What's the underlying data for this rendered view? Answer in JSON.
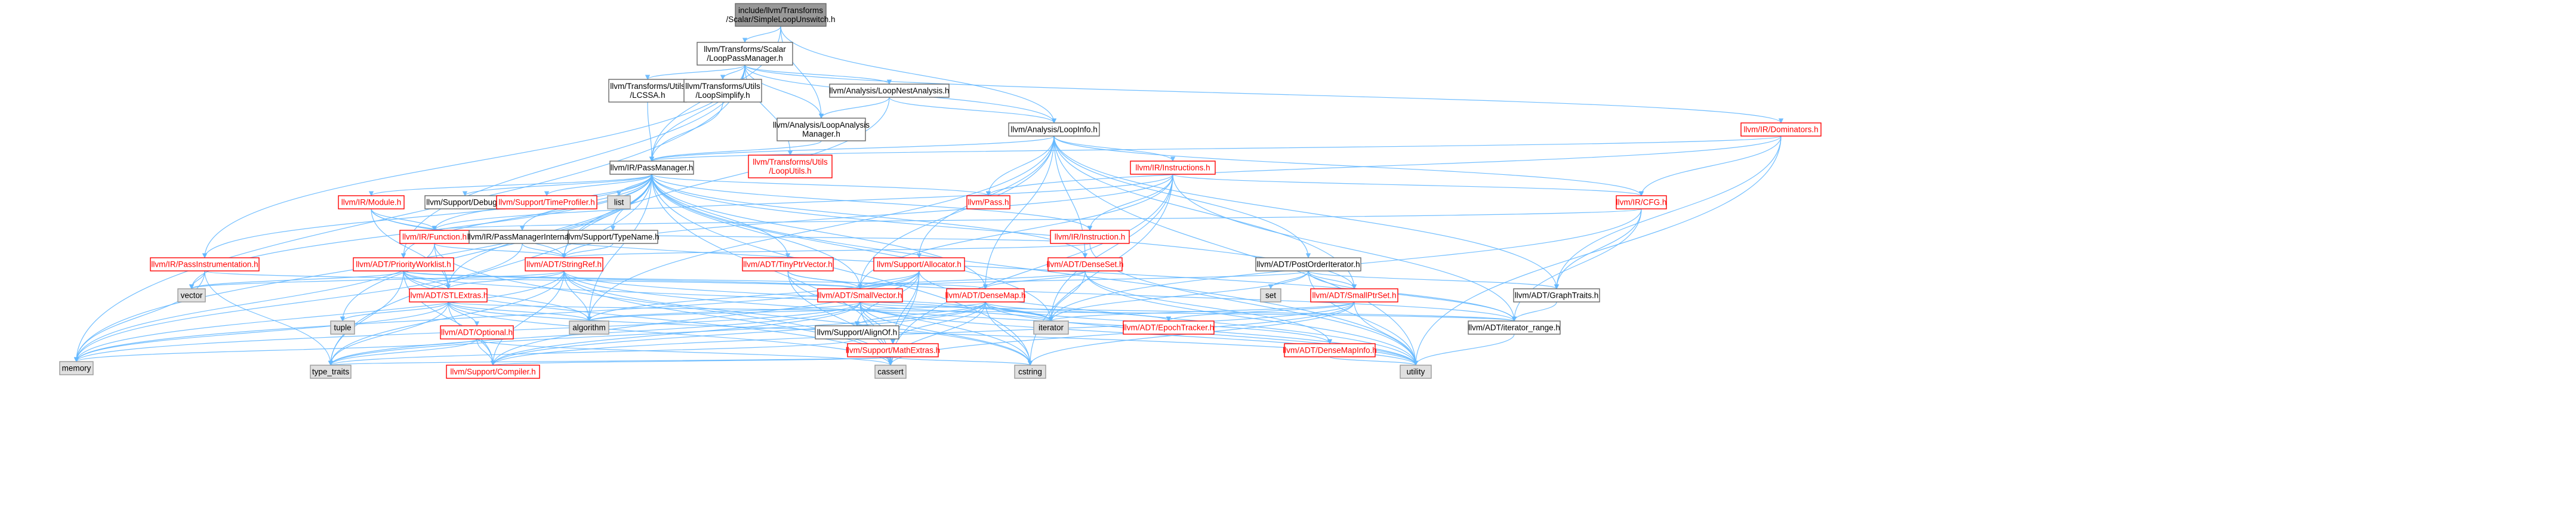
{
  "graph": {
    "title": "include/llvm/Transforms/Scalar/SimpleLoopUnswitch.h",
    "colors": {
      "edge": "#63b8ff",
      "root_fill": "#999999",
      "plain_fill": "#ffffff",
      "system_fill": "#e0e0e0",
      "plain_border": "#666666",
      "truncated_border": "#ff0000",
      "truncated_text": "#ff0000",
      "text": "#000000"
    },
    "nodes": [
      {
        "id": "root",
        "lines": [
          "include/llvm/Transforms",
          "/Scalar/SimpleLoopUnswitch.h"
        ],
        "kind": "root"
      },
      {
        "id": "lpm",
        "lines": [
          "llvm/Transforms/Scalar",
          "/LoopPassManager.h"
        ],
        "kind": "plain"
      },
      {
        "id": "lcssa",
        "lines": [
          "llvm/Transforms/Utils",
          "/LCSSA.h"
        ],
        "kind": "plain"
      },
      {
        "id": "loopsimplify",
        "lines": [
          "llvm/Transforms/Utils",
          "/LoopSimplify.h"
        ],
        "kind": "plain"
      },
      {
        "id": "loopnest",
        "lines": [
          "llvm/Analysis/LoopNestAnalysis.h"
        ],
        "kind": "plain"
      },
      {
        "id": "loopanalysismgr",
        "lines": [
          "llvm/Analysis/LoopAnalysis",
          "Manager.h"
        ],
        "kind": "plain"
      },
      {
        "id": "loopinfo",
        "lines": [
          "llvm/Analysis/LoopInfo.h"
        ],
        "kind": "plain"
      },
      {
        "id": "loputils",
        "lines": [
          "llvm/Transforms/Utils",
          "/LoopUtils.h"
        ],
        "kind": "truncated"
      },
      {
        "id": "dominators",
        "lines": [
          "llvm/IR/Dominators.h"
        ],
        "kind": "truncated"
      },
      {
        "id": "passmanager",
        "lines": [
          "llvm/IR/PassManager.h"
        ],
        "kind": "plain"
      },
      {
        "id": "module",
        "lines": [
          "llvm/IR/Module.h"
        ],
        "kind": "truncated"
      },
      {
        "id": "debug",
        "lines": [
          "llvm/Support/Debug.h"
        ],
        "kind": "plain"
      },
      {
        "id": "timeprofiler",
        "lines": [
          "llvm/Support/TimeProfiler.h"
        ],
        "kind": "truncated"
      },
      {
        "id": "list",
        "lines": [
          "list"
        ],
        "kind": "system"
      },
      {
        "id": "instructions",
        "lines": [
          "llvm/IR/Instructions.h"
        ],
        "kind": "truncated"
      },
      {
        "id": "pass",
        "lines": [
          "llvm/Pass.h"
        ],
        "kind": "truncated"
      },
      {
        "id": "cfg",
        "lines": [
          "llvm/IR/CFG.h"
        ],
        "kind": "truncated"
      },
      {
        "id": "function",
        "lines": [
          "llvm/IR/Function.h"
        ],
        "kind": "truncated"
      },
      {
        "id": "pmi",
        "lines": [
          "llvm/IR/PassManagerInternal.h"
        ],
        "kind": "plain"
      },
      {
        "id": "typename",
        "lines": [
          "llvm/Support/TypeName.h"
        ],
        "kind": "plain"
      },
      {
        "id": "instruction",
        "lines": [
          "llvm/IR/Instruction.h"
        ],
        "kind": "truncated"
      },
      {
        "id": "passinstr",
        "lines": [
          "llvm/IR/PassInstrumentation.h"
        ],
        "kind": "truncated"
      },
      {
        "id": "priorityworklist",
        "lines": [
          "llvm/ADT/PriorityWorklist.h"
        ],
        "kind": "truncated"
      },
      {
        "id": "stringref",
        "lines": [
          "llvm/ADT/StringRef.h"
        ],
        "kind": "truncated"
      },
      {
        "id": "tinyptrvector",
        "lines": [
          "llvm/ADT/TinyPtrVector.h"
        ],
        "kind": "truncated"
      },
      {
        "id": "allocator",
        "lines": [
          "llvm/Support/Allocator.h"
        ],
        "kind": "truncated"
      },
      {
        "id": "denseset",
        "lines": [
          "llvm/ADT/DenseSet.h"
        ],
        "kind": "truncated"
      },
      {
        "id": "postorder",
        "lines": [
          "llvm/ADT/PostOrderIterator.h"
        ],
        "kind": "plain"
      },
      {
        "id": "vector",
        "lines": [
          "vector"
        ],
        "kind": "system"
      },
      {
        "id": "stlextras",
        "lines": [
          "llvm/ADT/STLExtras.h"
        ],
        "kind": "truncated"
      },
      {
        "id": "smallvector",
        "lines": [
          "llvm/ADT/SmallVector.h"
        ],
        "kind": "truncated"
      },
      {
        "id": "densemap",
        "lines": [
          "llvm/ADT/DenseMap.h"
        ],
        "kind": "truncated"
      },
      {
        "id": "set",
        "lines": [
          "set"
        ],
        "kind": "system"
      },
      {
        "id": "smallptrset",
        "lines": [
          "llvm/ADT/SmallPtrSet.h"
        ],
        "kind": "truncated"
      },
      {
        "id": "graphtraits",
        "lines": [
          "llvm/ADT/GraphTraits.h"
        ],
        "kind": "plain"
      },
      {
        "id": "tuple",
        "lines": [
          "tuple"
        ],
        "kind": "system"
      },
      {
        "id": "algorithm",
        "lines": [
          "algorithm"
        ],
        "kind": "system"
      },
      {
        "id": "iterator",
        "lines": [
          "iterator"
        ],
        "kind": "system"
      },
      {
        "id": "epochtracker",
        "lines": [
          "llvm/ADT/EpochTracker.h"
        ],
        "kind": "truncated"
      },
      {
        "id": "iteratorrange",
        "lines": [
          "llvm/ADT/iterator_range.h"
        ],
        "kind": "plain"
      },
      {
        "id": "optional",
        "lines": [
          "llvm/ADT/Optional.h"
        ],
        "kind": "truncated"
      },
      {
        "id": "alignof",
        "lines": [
          "llvm/Support/AlignOf.h"
        ],
        "kind": "plain"
      },
      {
        "id": "mathextras",
        "lines": [
          "llvm/Support/MathExtras.h"
        ],
        "kind": "truncated"
      },
      {
        "id": "densemapinfo",
        "lines": [
          "llvm/ADT/DenseMapInfo.h"
        ],
        "kind": "truncated"
      },
      {
        "id": "memory",
        "lines": [
          "memory"
        ],
        "kind": "system"
      },
      {
        "id": "typetraits",
        "lines": [
          "type_traits"
        ],
        "kind": "system"
      },
      {
        "id": "compiler",
        "lines": [
          "llvm/Support/Compiler.h"
        ],
        "kind": "truncated"
      },
      {
        "id": "cassert",
        "lines": [
          "cassert"
        ],
        "kind": "system"
      },
      {
        "id": "cstring",
        "lines": [
          "cstring"
        ],
        "kind": "system"
      },
      {
        "id": "utility",
        "lines": [
          "utility"
        ],
        "kind": "system"
      }
    ],
    "edges": [
      [
        "root",
        "lpm"
      ],
      [
        "root",
        "loopanalysismgr"
      ],
      [
        "root",
        "loopinfo"
      ],
      [
        "root",
        "passmanager"
      ],
      [
        "lpm",
        "lcssa"
      ],
      [
        "lpm",
        "loopsimplify"
      ],
      [
        "lpm",
        "loopnest"
      ],
      [
        "lpm",
        "loopanalysismgr"
      ],
      [
        "lpm",
        "loopinfo"
      ],
      [
        "lpm",
        "loputils"
      ],
      [
        "lpm",
        "dominators"
      ],
      [
        "lpm",
        "passmanager"
      ],
      [
        "lpm",
        "passinstr"
      ],
      [
        "lpm",
        "priorityworklist"
      ],
      [
        "lpm",
        "memory"
      ],
      [
        "lcssa",
        "passmanager"
      ],
      [
        "loopsimplify",
        "passmanager"
      ],
      [
        "loopnest",
        "loopanalysismgr"
      ],
      [
        "loopnest",
        "loopinfo"
      ],
      [
        "loopnest",
        "stringref"
      ],
      [
        "loopanalysismgr",
        "passmanager"
      ],
      [
        "loopinfo",
        "passmanager"
      ],
      [
        "loopinfo",
        "instructions"
      ],
      [
        "loopinfo",
        "pass"
      ],
      [
        "loopinfo",
        "cfg"
      ],
      [
        "loopinfo",
        "postorder"
      ],
      [
        "loopinfo",
        "allocator"
      ],
      [
        "loopinfo",
        "densemap"
      ],
      [
        "loopinfo",
        "smallptrset"
      ],
      [
        "loopinfo",
        "smallvector"
      ],
      [
        "loopinfo",
        "graphtraits"
      ],
      [
        "loopinfo",
        "algorithm"
      ],
      [
        "loopinfo",
        "utility"
      ],
      [
        "loopinfo",
        "denseset"
      ],
      [
        "dominators",
        "cfg"
      ],
      [
        "dominators",
        "passmanager"
      ],
      [
        "dominators",
        "graphtraits"
      ],
      [
        "dominators",
        "utility"
      ],
      [
        "dominators",
        "pass"
      ],
      [
        "passmanager",
        "module"
      ],
      [
        "passmanager",
        "debug"
      ],
      [
        "passmanager",
        "timeprofiler"
      ],
      [
        "passmanager",
        "list"
      ],
      [
        "passmanager",
        "function"
      ],
      [
        "passmanager",
        "pmi"
      ],
      [
        "passmanager",
        "typename"
      ],
      [
        "passmanager",
        "passinstr"
      ],
      [
        "passmanager",
        "priorityworklist"
      ],
      [
        "passmanager",
        "stringref"
      ],
      [
        "passmanager",
        "tinyptrvector"
      ],
      [
        "passmanager",
        "densemap"
      ],
      [
        "passmanager",
        "stlextras"
      ],
      [
        "passmanager",
        "smallptrset"
      ],
      [
        "passmanager",
        "smallvector"
      ],
      [
        "passmanager",
        "algorithm"
      ],
      [
        "passmanager",
        "cassert"
      ],
      [
        "passmanager",
        "cstring"
      ],
      [
        "passmanager",
        "iterator"
      ],
      [
        "passmanager",
        "memory"
      ],
      [
        "passmanager",
        "tuple"
      ],
      [
        "passmanager",
        "typetraits"
      ],
      [
        "passmanager",
        "utility"
      ],
      [
        "passmanager",
        "vector"
      ],
      [
        "passmanager",
        "pass"
      ],
      [
        "passmanager",
        "denseset"
      ],
      [
        "passmanager",
        "instruction"
      ],
      [
        "module",
        "function"
      ],
      [
        "module",
        "stringref"
      ],
      [
        "module",
        "stlextras"
      ],
      [
        "module",
        "iteratorrange"
      ],
      [
        "instructions",
        "function"
      ],
      [
        "instructions",
        "instruction"
      ],
      [
        "instructions",
        "cfg"
      ],
      [
        "instructions",
        "stringref"
      ],
      [
        "instructions",
        "smallvector"
      ],
      [
        "instructions",
        "iteratorrange"
      ],
      [
        "instructions",
        "iterator"
      ],
      [
        "instructions",
        "cassert"
      ],
      [
        "instructions",
        "cstring"
      ],
      [
        "cfg",
        "function"
      ],
      [
        "cfg",
        "graphtraits"
      ],
      [
        "cfg",
        "iteratorrange"
      ],
      [
        "cfg",
        "iterator"
      ],
      [
        "function",
        "stringref"
      ],
      [
        "function",
        "memory"
      ],
      [
        "function",
        "cassert"
      ],
      [
        "function",
        "stlextras"
      ],
      [
        "function",
        "instruction"
      ],
      [
        "pmi",
        "stringref"
      ],
      [
        "pmi",
        "memory"
      ],
      [
        "typename",
        "stringref"
      ],
      [
        "instruction",
        "stringref"
      ],
      [
        "instruction",
        "utility"
      ],
      [
        "passinstr",
        "vector"
      ],
      [
        "passinstr",
        "typetraits"
      ],
      [
        "passinstr",
        "smallvector"
      ],
      [
        "passinstr",
        "memory"
      ],
      [
        "priorityworklist",
        "stlextras"
      ],
      [
        "priorityworklist",
        "densemap"
      ],
      [
        "priorityworklist",
        "smallvector"
      ],
      [
        "priorityworklist",
        "compiler"
      ],
      [
        "priorityworklist",
        "algorithm"
      ],
      [
        "priorityworklist",
        "cassert"
      ],
      [
        "priorityworklist",
        "iterator"
      ],
      [
        "priorityworklist",
        "typetraits"
      ],
      [
        "priorityworklist",
        "vector"
      ],
      [
        "stringref",
        "stlextras"
      ],
      [
        "stringref",
        "compiler"
      ],
      [
        "stringref",
        "algorithm"
      ],
      [
        "stringref",
        "cassert"
      ],
      [
        "stringref",
        "cstring"
      ],
      [
        "stringref",
        "iterator"
      ],
      [
        "stringref",
        "memory"
      ],
      [
        "stringref",
        "typetraits"
      ],
      [
        "stringref",
        "utility"
      ],
      [
        "stringref",
        "vector"
      ],
      [
        "tinyptrvector",
        "smallvector"
      ],
      [
        "tinyptrvector",
        "iteratorrange"
      ],
      [
        "tinyptrvector",
        "cassert"
      ],
      [
        "tinyptrvector",
        "cstring"
      ],
      [
        "allocator",
        "smallvector"
      ],
      [
        "allocator",
        "alignof"
      ],
      [
        "allocator",
        "mathextras"
      ],
      [
        "allocator",
        "compiler"
      ],
      [
        "allocator",
        "algorithm"
      ],
      [
        "allocator",
        "cassert"
      ],
      [
        "allocator",
        "memory"
      ],
      [
        "allocator",
        "utility"
      ],
      [
        "denseset",
        "densemap"
      ],
      [
        "denseset",
        "densemapinfo"
      ],
      [
        "denseset",
        "iterator"
      ],
      [
        "denseset",
        "utility"
      ],
      [
        "denseset",
        "smallvector"
      ],
      [
        "postorder",
        "graphtraits"
      ],
      [
        "postorder",
        "iteratorrange"
      ],
      [
        "postorder",
        "smallptrset"
      ],
      [
        "postorder",
        "smallvector"
      ],
      [
        "postorder",
        "iterator"
      ],
      [
        "postorder",
        "set"
      ],
      [
        "postorder",
        "utility"
      ],
      [
        "stlextras",
        "algorithm"
      ],
      [
        "stlextras",
        "optional"
      ],
      [
        "stlextras",
        "iteratorrange"
      ],
      [
        "stlextras",
        "compiler"
      ],
      [
        "stlextras",
        "cassert"
      ],
      [
        "stlextras",
        "memory"
      ],
      [
        "stlextras",
        "tuple"
      ],
      [
        "stlextras",
        "typetraits"
      ],
      [
        "stlextras",
        "utility"
      ],
      [
        "smallvector",
        "compiler"
      ],
      [
        "smallvector",
        "mathextras"
      ],
      [
        "smallvector",
        "algorithm"
      ],
      [
        "smallvector",
        "cassert"
      ],
      [
        "smallvector",
        "cstring"
      ],
      [
        "smallvector",
        "iterator"
      ],
      [
        "smallvector",
        "memory"
      ],
      [
        "smallvector",
        "typetraits"
      ],
      [
        "smallvector",
        "utility"
      ],
      [
        "smallvector",
        "iteratorrange"
      ],
      [
        "densemap",
        "epochtracker"
      ],
      [
        "densemap",
        "densemapinfo"
      ],
      [
        "densemap",
        "alignof"
      ],
      [
        "densemap",
        "mathextras"
      ],
      [
        "densemap",
        "compiler"
      ],
      [
        "densemap",
        "algorithm"
      ],
      [
        "densemap",
        "cassert"
      ],
      [
        "densemap",
        "iterator"
      ],
      [
        "densemap",
        "typetraits"
      ],
      [
        "densemap",
        "utility"
      ],
      [
        "densemap",
        "cstring"
      ],
      [
        "smallptrset",
        "epochtracker"
      ],
      [
        "smallptrset",
        "compiler"
      ],
      [
        "smallptrset",
        "cassert"
      ],
      [
        "smallptrset",
        "cstring"
      ],
      [
        "smallptrset",
        "iterator"
      ],
      [
        "smallptrset",
        "utility"
      ],
      [
        "graphtraits",
        "iteratorrange"
      ],
      [
        "optional",
        "compiler"
      ],
      [
        "optional",
        "cassert"
      ],
      [
        "optional",
        "typetraits"
      ],
      [
        "optional",
        "memory"
      ],
      [
        "alignof",
        "typetraits"
      ],
      [
        "mathextras",
        "compiler"
      ],
      [
        "mathextras",
        "cassert"
      ],
      [
        "mathextras",
        "cstring"
      ],
      [
        "mathextras",
        "typetraits"
      ],
      [
        "densemapinfo",
        "utility"
      ],
      [
        "iteratorrange",
        "utility"
      ]
    ]
  }
}
